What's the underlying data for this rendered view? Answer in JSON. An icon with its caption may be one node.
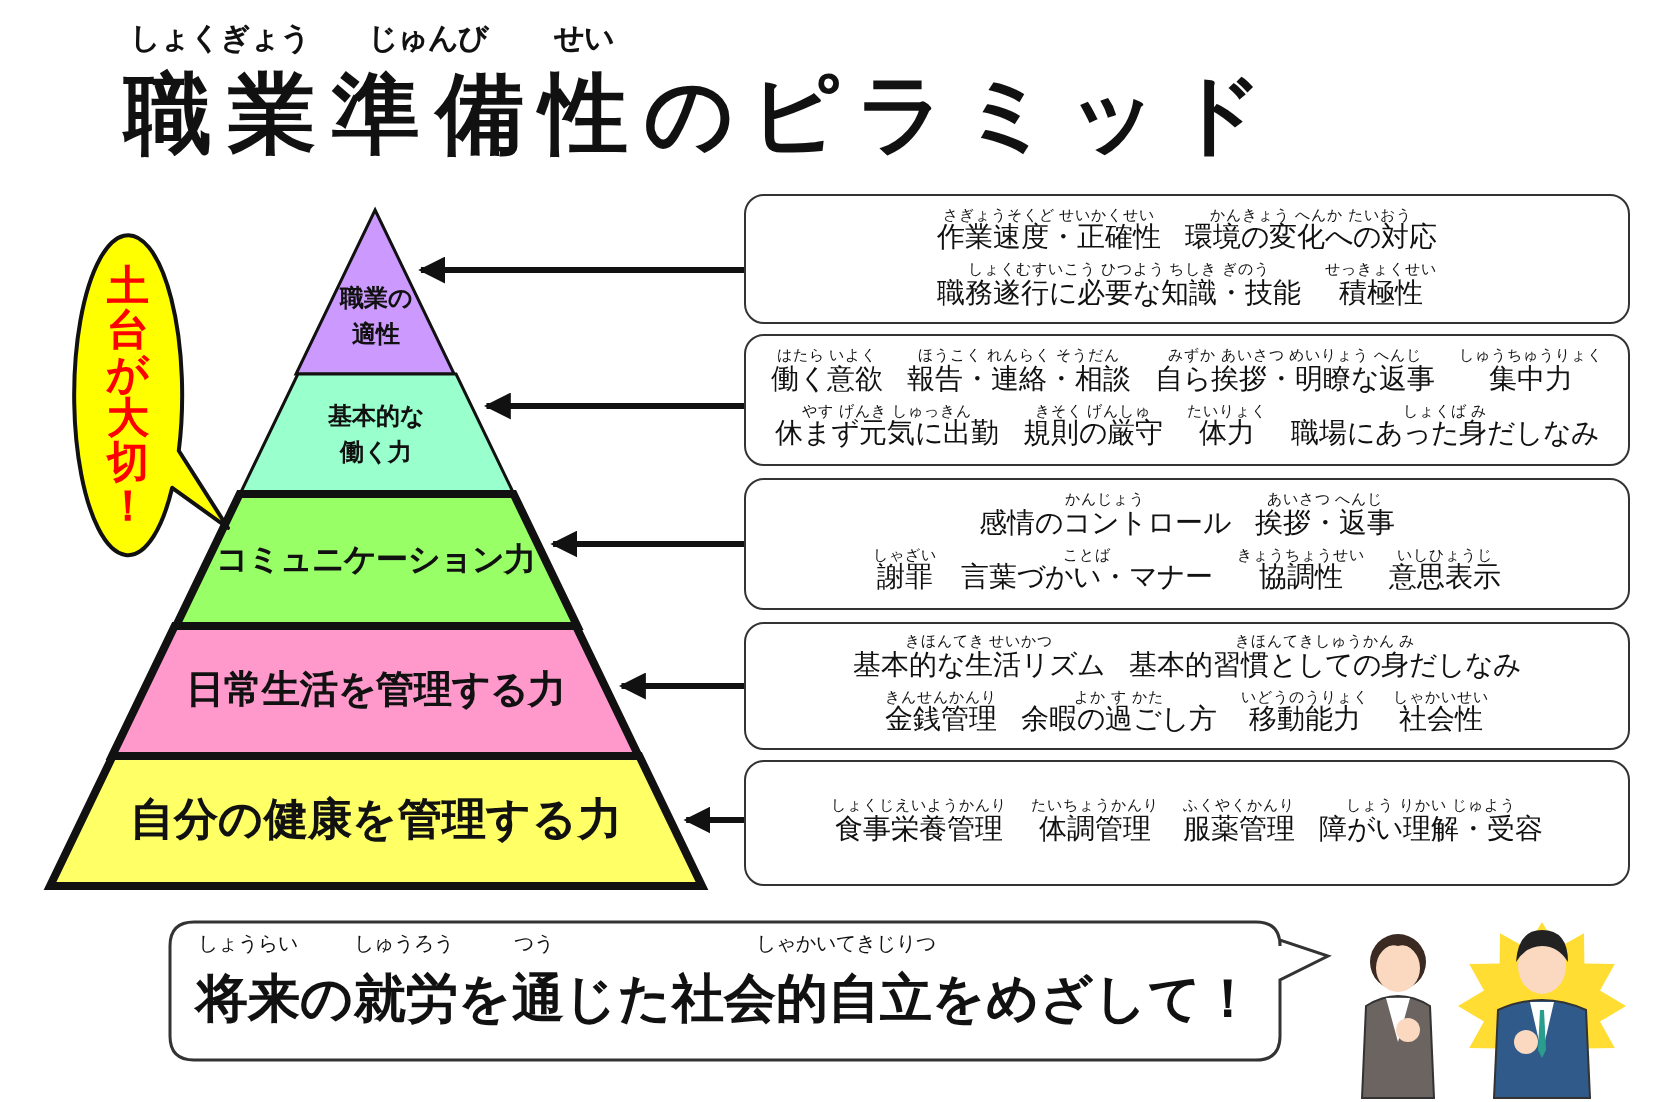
{
  "diagram": {
    "title": "職業準備性のピラミッド",
    "nodes": [
      {
        "text": [
          "職業の適性"
        ]
      },
      {
        "text": [
          "基本的な働く力"
        ]
      },
      {
        "text": [
          "コミュニケーション力"
        ]
      },
      {
        "text": [
          "日常生活を管理する力"
        ]
      },
      {
        "text": [
          "自分の健康を管理する力"
        ]
      },
      {
        "text": [
          "作業速度・正確性",
          "環境の変化への対応",
          "職務遂行に必要な知識・技能",
          "積極性"
        ]
      },
      {
        "text": [
          "働く意欲",
          "報告・連絡・相談",
          "自ら挨拶・明瞭な返事",
          "集中力",
          "休まず元気に出勤",
          "規則の厳守",
          "体力",
          "職場にあった身だしなみ"
        ]
      },
      {
        "text": [
          "感情のコントロール",
          "挨拶・返事",
          "謝罪",
          "言葉づかい・マナー",
          "協調性",
          "意思表示"
        ]
      },
      {
        "text": [
          "基本的な生活リズム",
          "基本的習慣としての身だしなみ",
          "金銭管理",
          "余暇の過ごし方",
          "移動能力",
          "社会性"
        ]
      },
      {
        "text": [
          "食事栄養管理",
          "体調管理",
          "服薬管理",
          "障がい理解・受容"
        ]
      },
      {
        "text": [
          "土台が大切！"
        ]
      },
      {
        "text": [
          "将来の就労を通じた社会的自立をめざして！"
        ]
      }
    ],
    "edges": [
      {
        "from": 5,
        "to": 0,
        "arrow": "to"
      },
      {
        "from": 6,
        "to": 1,
        "arrow": "to"
      },
      {
        "from": 7,
        "to": 2,
        "arrow": "to"
      },
      {
        "from": 8,
        "to": 3,
        "arrow": "to"
      },
      {
        "from": 9,
        "to": 4,
        "arrow": "to"
      }
    ],
    "labels": [
      "しょくぎょう",
      "じゅんび",
      "せい",
      "さぎょうそくど せいかくせい",
      "かんきょう へんか たいおう",
      "しょくむすいこう ひつよう ちしき ぎのう",
      "せっきょくせい",
      "はたら いよく",
      "ほうこく れんらく そうだん",
      "みずか あいさつ めいりょう へんじ",
      "しゅうちゅうりょく",
      "やす げんき しゅっきん",
      "きそく げんしゅ",
      "たいりょく",
      "しょくば み",
      "かんじょう",
      "あいさつ へんじ",
      "しゃざい",
      "ことば",
      "きょうちょうせい",
      "いしひょうじ",
      "きほんてき せいかつ",
      "きほんてきしゅうかん み",
      "きんせんかんり",
      "よか す かた",
      "いどうのうりょく",
      "しゃかいせい",
      "しょくじえいようかんり",
      "たいちょうかんり",
      "ふくやくかんり",
      "しょう りかい じゅよう",
      "しょうらい",
      "しゅうろう",
      "つう",
      "しゃかいてきじりつ"
    ]
  }
}
